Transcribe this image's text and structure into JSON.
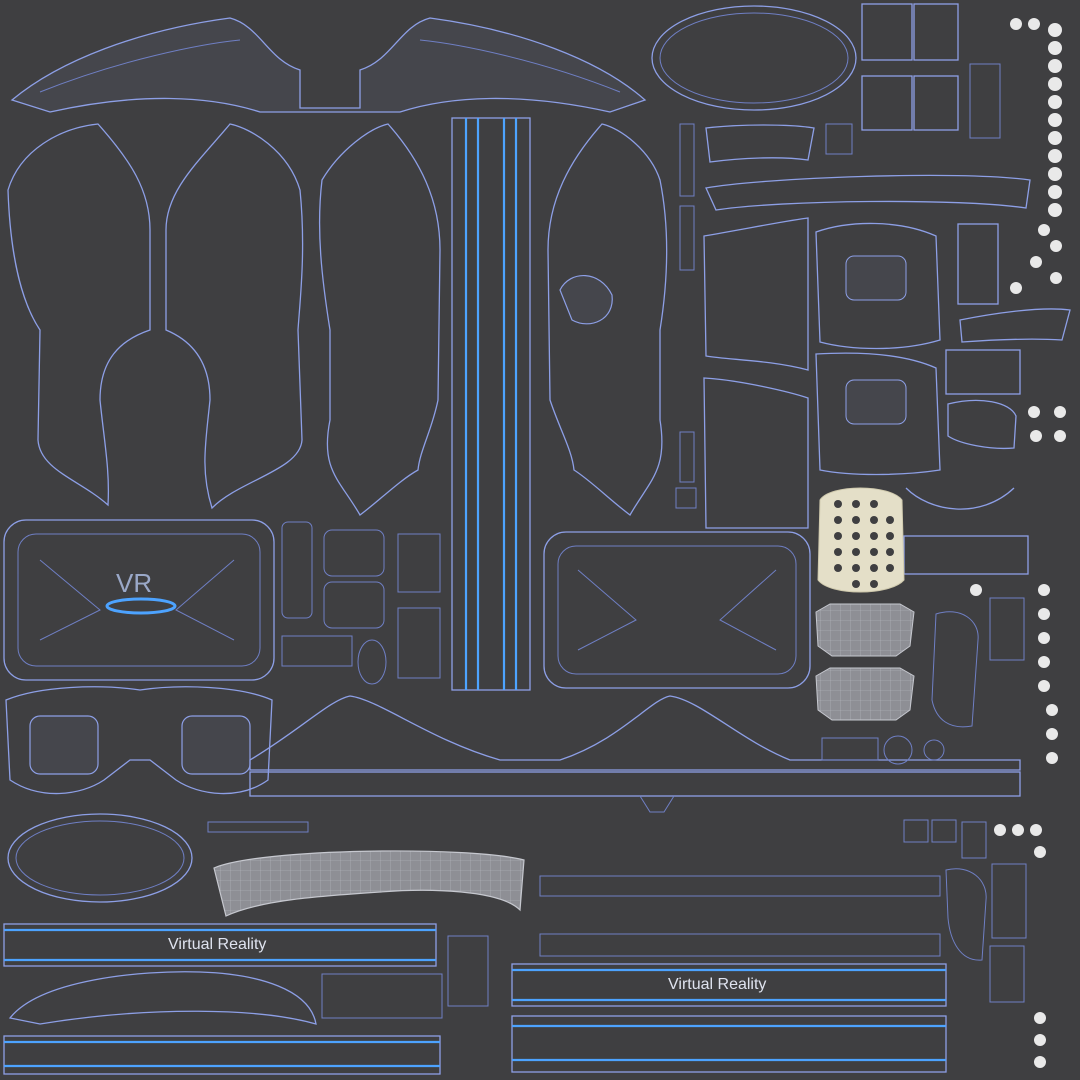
{
  "labels": {
    "logo_text": "VR",
    "strip_text_1": "Virtual Reality",
    "strip_text_2": "Virtual Reality"
  },
  "colors": {
    "background": "#3f3f41",
    "wireframe": "#6f7fc4",
    "highlight_blue": "#4da3ff",
    "light_island": "#8e8f95",
    "cream_island": "#e4dfc8"
  }
}
